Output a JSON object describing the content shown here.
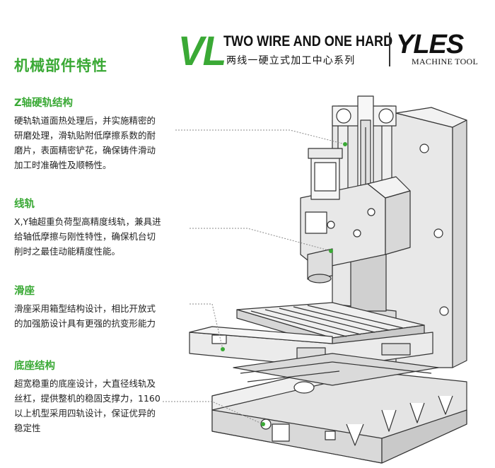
{
  "header": {
    "series_code": "VL",
    "title": "TWO WIRE AND ONE HARD",
    "subtitle": "两线一硬立式加工中心系列",
    "logo_text": "YLES",
    "logo_subtext": "MACHINE TOOL"
  },
  "page_heading": "机械部件特性",
  "features": [
    {
      "title": "Z轴硬轨结构",
      "description": "硬轨轨道面热处理后，并实施精密的\n研磨处理，滑轨贴附低摩擦系数的耐\n磨片，表面精密铲花，确保铸件滑动\n加工时准确性及顺畅性。"
    },
    {
      "title": "线轨",
      "description": "X,Y轴超重负荷型高精度线轨，兼具进\n给轴低摩擦与刚性特性，确保机台切\n削时之最佳动能精度性能。"
    },
    {
      "title": "滑座",
      "description": "滑座采用箱型结构设计，相比开放式\n的加强筋设计具有更强的抗变形能力"
    },
    {
      "title": "底座结构",
      "description": "超宽稳重的底座设计，大直径线轨及\n丝杠，提供整机的稳固支撑力，1160\n以上机型采用四轨设计，保证优异的\n稳定性"
    }
  ],
  "colors": {
    "accent_green": "#3aa935",
    "machine_fill": "#e6e6e6",
    "machine_stroke": "#333333"
  }
}
